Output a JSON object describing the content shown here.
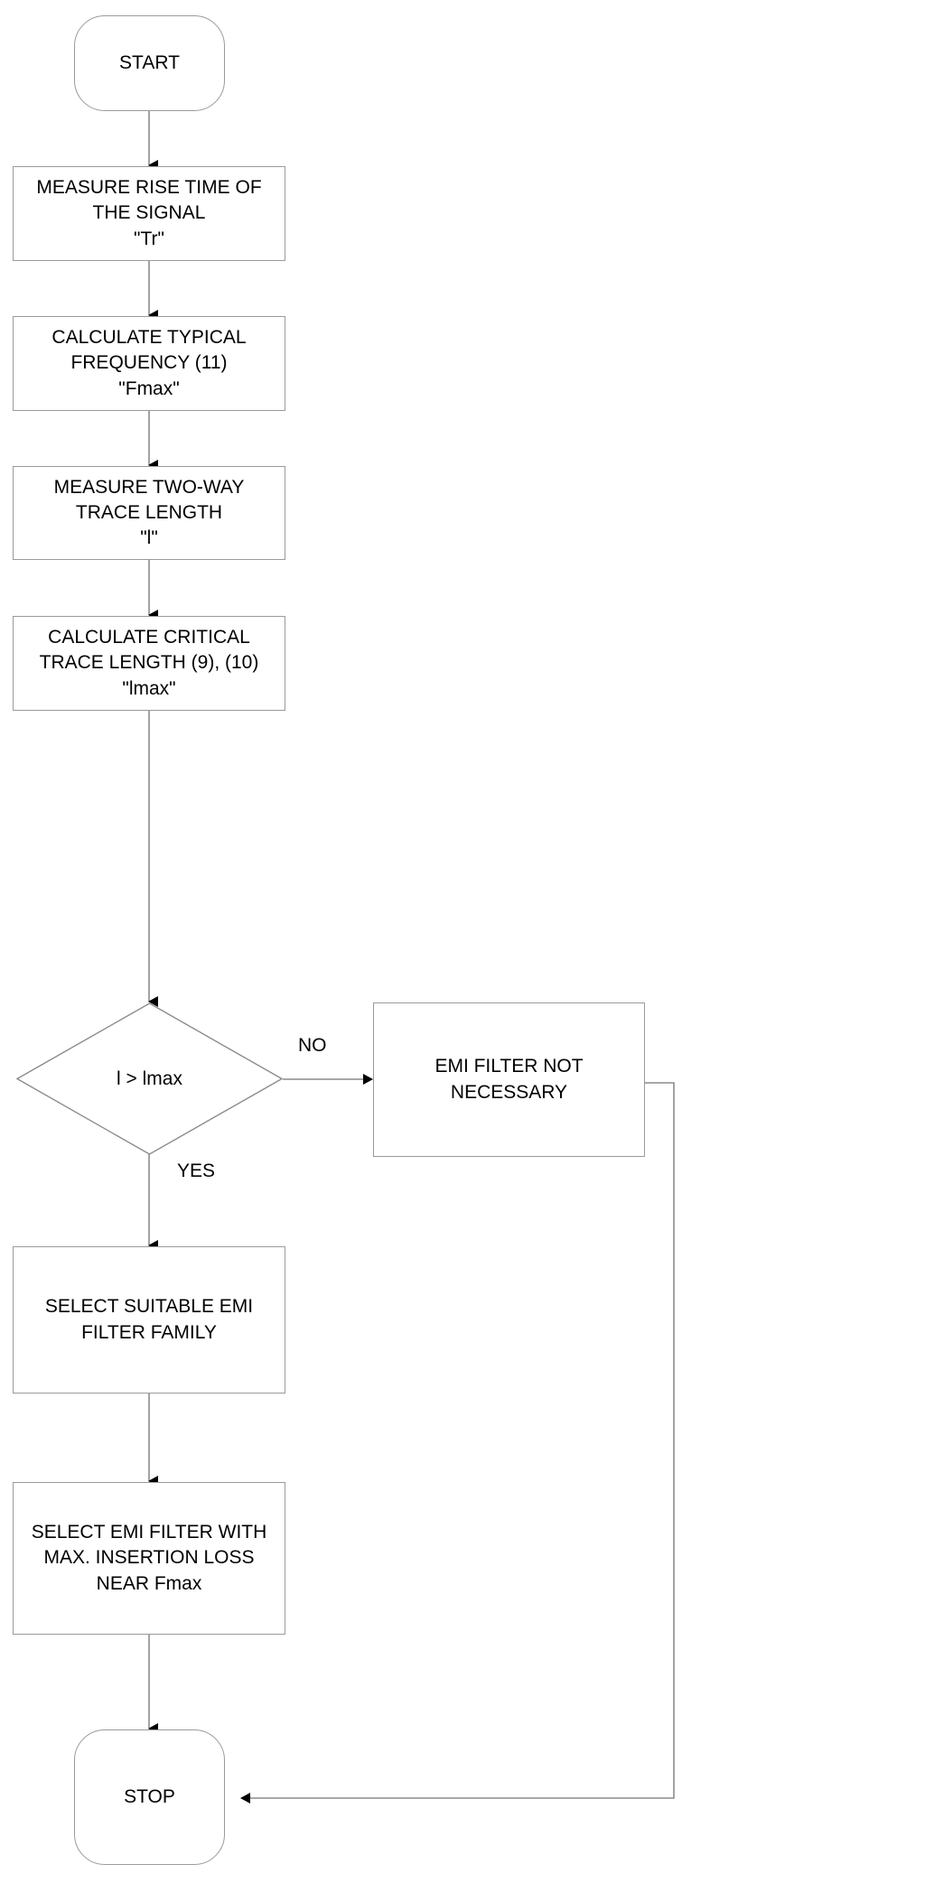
{
  "diagram": {
    "title": "EMI filter selection flowchart",
    "line_color": "#9a9a9a",
    "arrow_color": "#000000",
    "text_color": "#000000",
    "background": "#ffffff"
  },
  "nodes": {
    "start": {
      "label": "START",
      "shape": "terminal"
    },
    "measure_rise_time": {
      "label": "MEASURE RISE TIME OF\nTHE SIGNAL\n\"Tr\"",
      "shape": "process"
    },
    "calc_typical_freq": {
      "label": "CALCULATE TYPICAL\nFREQUENCY  (11)\n\"Fmax\"",
      "shape": "process"
    },
    "measure_trace_length": {
      "label": "MEASURE TWO-WAY\nTRACE LENGTH\n\"l\"",
      "shape": "process"
    },
    "calc_critical_length": {
      "label": "CALCULATE CRITICAL\nTRACE LENGTH (9), (10)\n\"lmax\"",
      "shape": "process"
    },
    "decision": {
      "label": "l > lmax",
      "shape": "decision"
    },
    "filter_not_necessary": {
      "label": "EMI FILTER NOT\nNECESSARY",
      "shape": "process"
    },
    "select_family": {
      "label": "SELECT SUITABLE EMI\nFILTER FAMILY",
      "shape": "process"
    },
    "select_filter": {
      "label": "SELECT EMI FILTER WITH\nMAX. INSERTION LOSS\nNEAR Fmax",
      "shape": "process"
    },
    "stop": {
      "label": "STOP",
      "shape": "terminal"
    }
  },
  "edge_labels": {
    "no": "NO",
    "yes": "YES"
  }
}
